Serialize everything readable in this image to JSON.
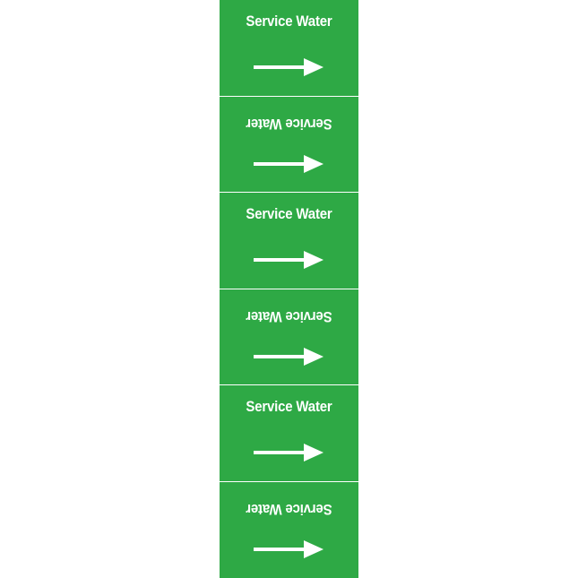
{
  "colors": {
    "label_bg": "#2ea945",
    "label_fg": "#ffffff",
    "background": "#ffffff"
  },
  "labels": [
    {
      "text": "Service Water",
      "orientation": "upright",
      "arrow": "right-arrow-icon"
    },
    {
      "text": "Service Water",
      "orientation": "upside-down",
      "arrow": "right-arrow-icon"
    },
    {
      "text": "Service Water",
      "orientation": "upright",
      "arrow": "right-arrow-icon"
    },
    {
      "text": "Service Water",
      "orientation": "upside-down",
      "arrow": "right-arrow-icon"
    },
    {
      "text": "Service Water",
      "orientation": "upright",
      "arrow": "right-arrow-icon"
    },
    {
      "text": "Service Water",
      "orientation": "upside-down",
      "arrow": "right-arrow-icon"
    }
  ]
}
